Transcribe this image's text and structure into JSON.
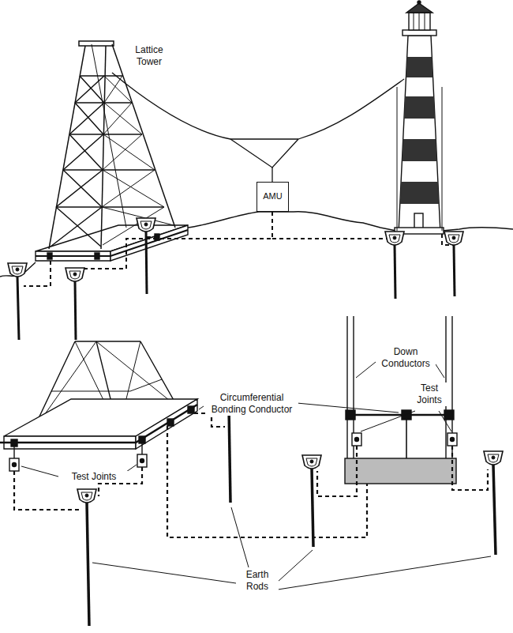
{
  "diagram": {
    "nodes": [
      {
        "text": [
          "AMU"
        ]
      }
    ],
    "labels": [
      "Lattice Tower",
      "Circumferential Bonding Conductor",
      "Down Conductors",
      "Test Joints",
      "Test Joints",
      "Earth Rods"
    ]
  }
}
